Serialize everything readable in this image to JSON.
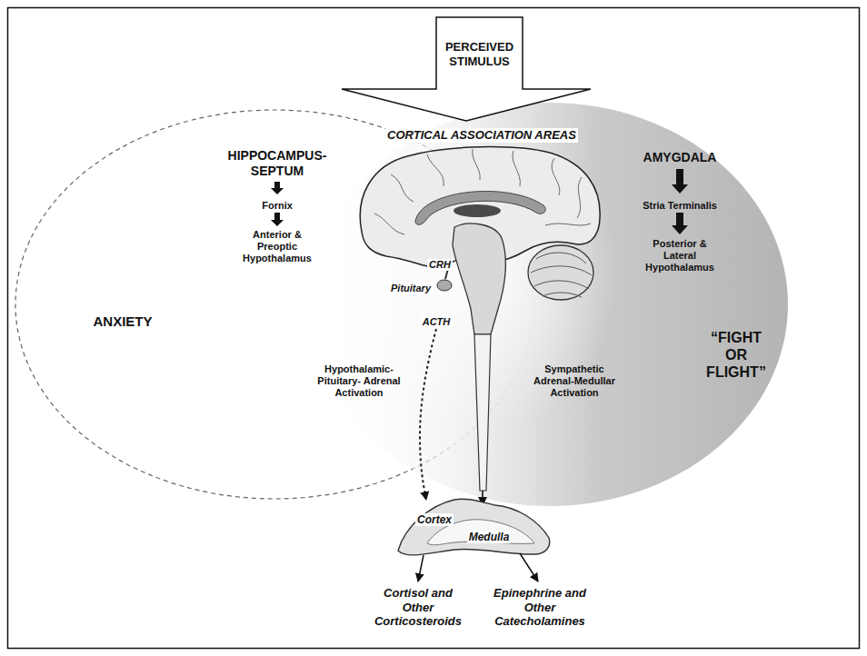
{
  "diagram": {
    "nodes": [
      {
        "text": [
          "PERCEIVED STIMULUS"
        ]
      },
      {
        "text": [
          "ANXIETY"
        ]
      },
      {
        "text": [
          "“FIGHT OR FLIGHT”"
        ]
      }
    ],
    "labels": [
      "CORTICAL ASSOCIATION AREAS",
      "HIPPOCAMPUS- SEPTUM",
      "Fornix",
      "Anterior & Preoptic Hypothalamus",
      "AMYGDALA",
      "Stria Terminalis",
      "Posterior & Lateral Hypothalamus",
      "CRH",
      "Pituitary",
      "ACTH",
      "Hypothalamic- Pituitary- Adrenal Activation",
      "Sympathetic Adrenal-Medullar Activation",
      "Cortex",
      "Medulla",
      "Cortisol and Other Corticosteroids",
      "Epinephrine and Other Catecholamines"
    ]
  }
}
